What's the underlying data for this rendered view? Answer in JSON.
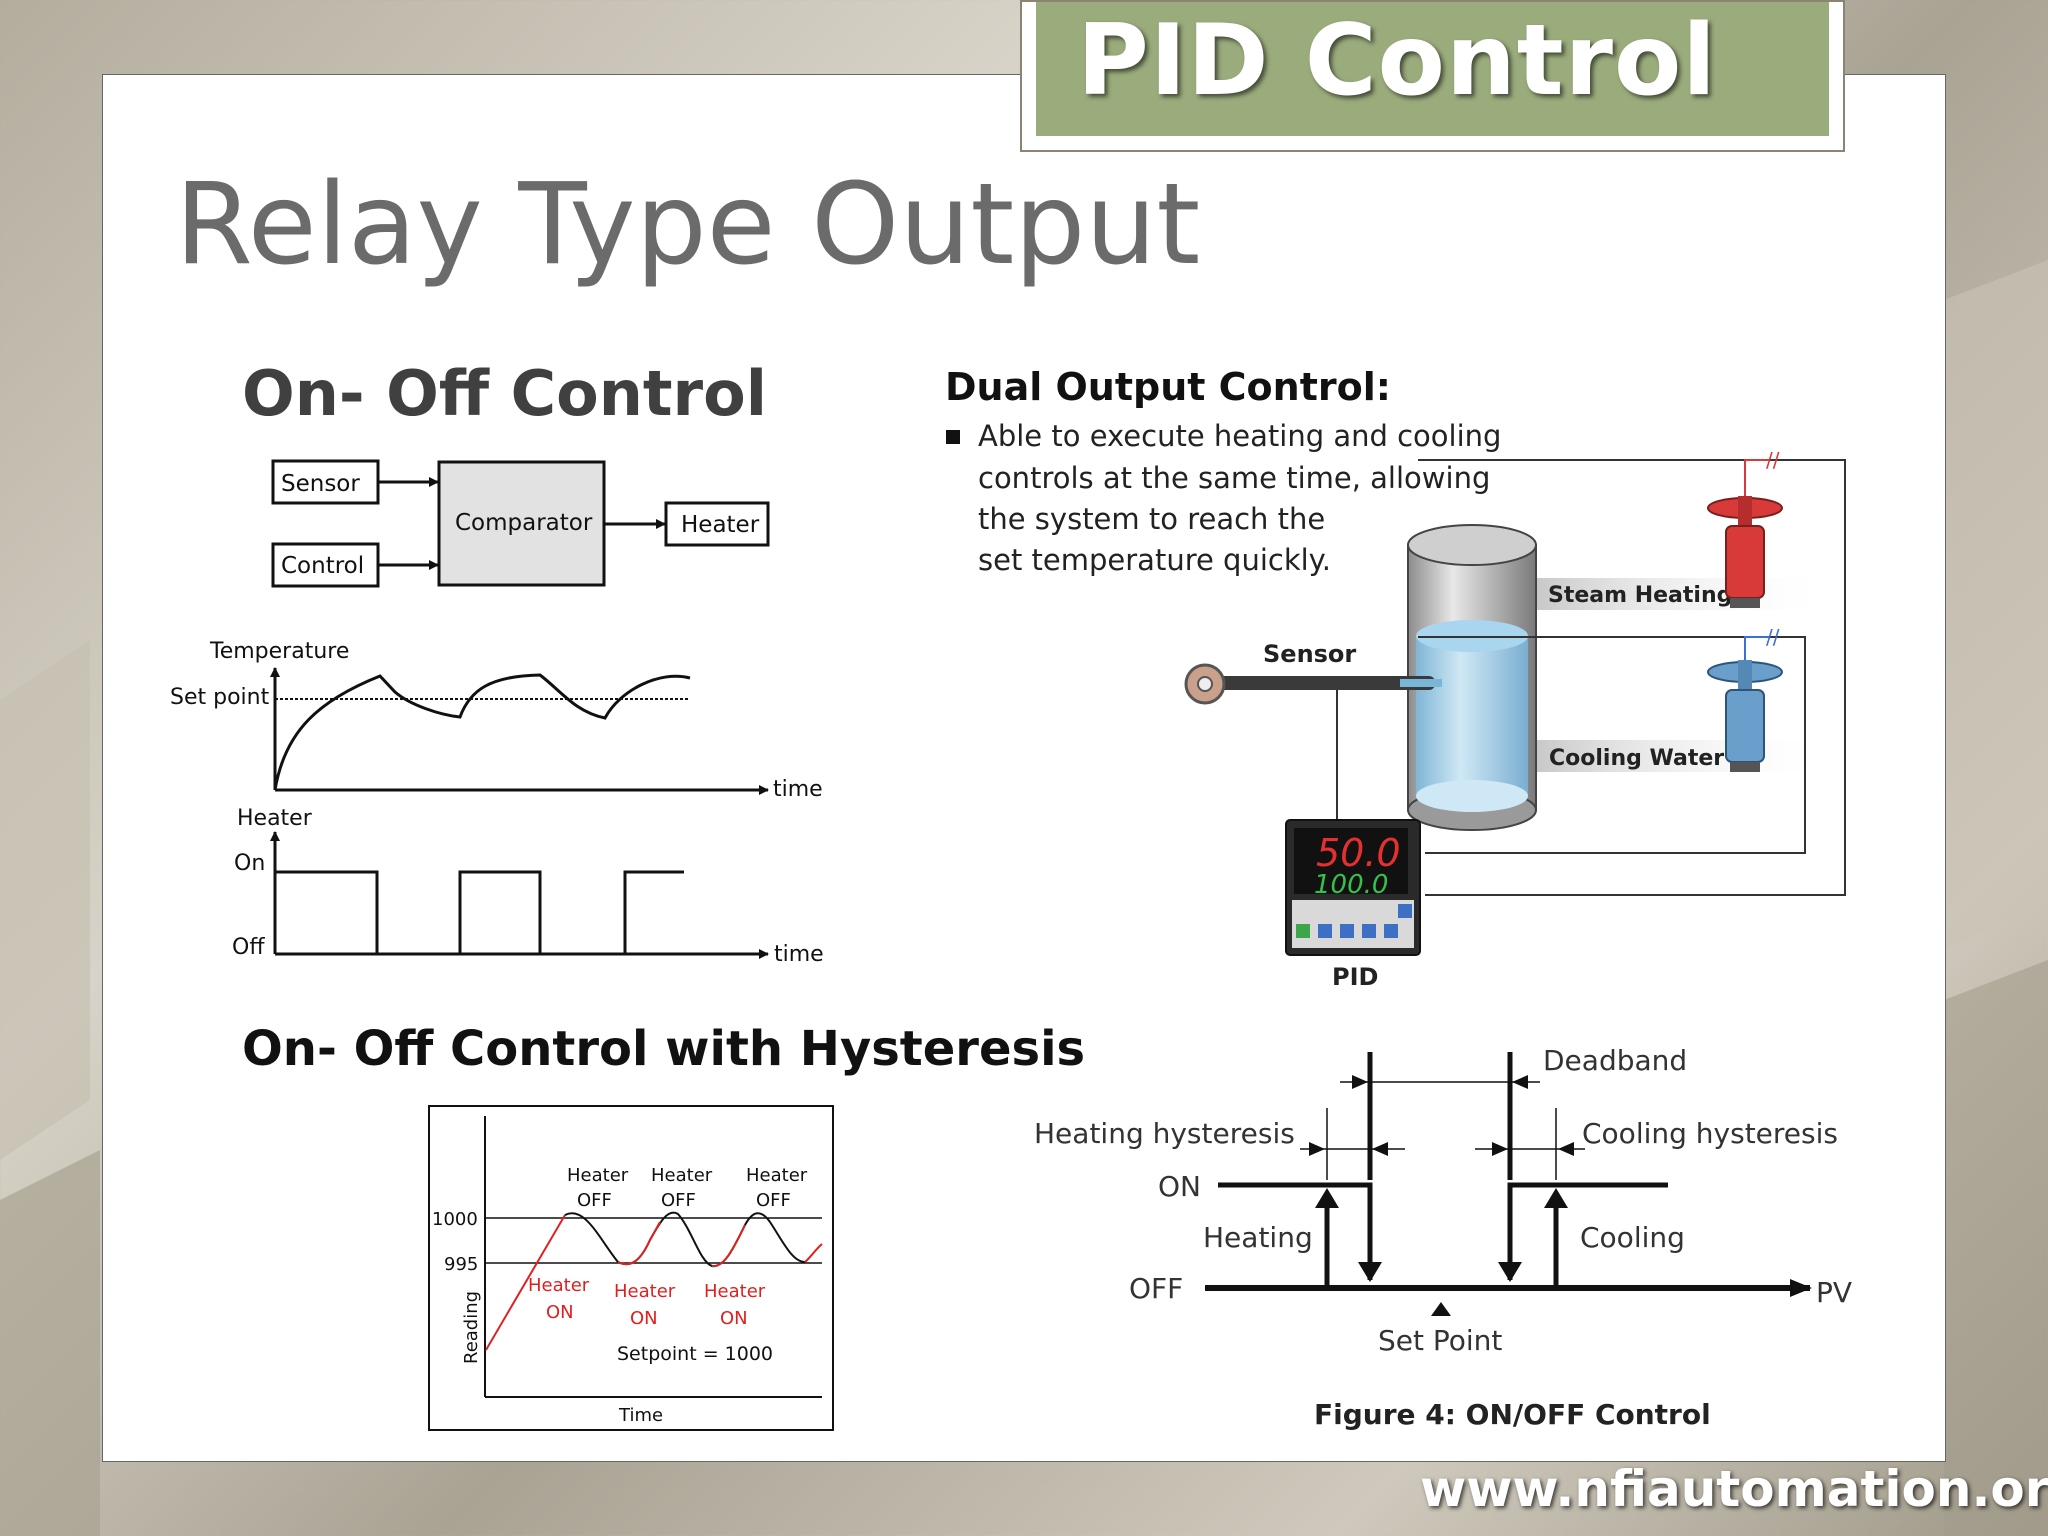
{
  "header": {
    "badge": "PID Control",
    "title": "Relay Type Output",
    "website": "www.nfiautomation.org"
  },
  "onoff": {
    "heading": "On- Off Control",
    "block": {
      "sensor": "Sensor",
      "control": "Control",
      "comparator": "Comparator",
      "heater": "Heater"
    },
    "temp_chart": {
      "ylabel": "Temperature",
      "setpoint": "Set point",
      "xlabel": "time"
    },
    "heater_chart": {
      "ylabel": "Heater",
      "on": "On",
      "off": "Off",
      "xlabel": "time"
    }
  },
  "hysteresis": {
    "heading": "On- Off Control with Hysteresis",
    "chart": {
      "ylabel": "Reading",
      "xlabel": "Time",
      "tick_1000": "1000",
      "tick_995": "995",
      "heater_off_1": "Heater",
      "off_1": "OFF",
      "heater_off_2": "Heater",
      "off_2": "OFF",
      "heater_off_3": "Heater",
      "off_3": "OFF",
      "heater_on_1": "Heater",
      "on_1": "ON",
      "heater_on_2": "Heater",
      "on_2": "ON",
      "heater_on_3": "Heater",
      "on_3": "ON",
      "setpoint_label": "Setpoint = 1000"
    }
  },
  "dual": {
    "heading": "Dual Output Control:",
    "bullet_lines": [
      "Able to execute heating and cooling",
      "controls at the same time, allowing",
      "the system to reach the",
      "set temperature quickly."
    ],
    "sensor": "Sensor",
    "steam": "Steam Heating",
    "cooling": "Cooling  Water",
    "pv_display": "50.0",
    "sv_display": "100.0",
    "pid": "PID"
  },
  "figure4": {
    "deadband": "Deadband",
    "heating_hyst": "Heating hysteresis",
    "cooling_hyst": "Cooling hysteresis",
    "on": "ON",
    "off": "OFF",
    "heating": "Heating",
    "cooling": "Cooling",
    "pv": "PV",
    "setpoint": "Set Point",
    "caption": "Figure 4: ON/OFF Control"
  },
  "colors": {
    "banner": "#9aab7c",
    "title": "#6b6b6b",
    "red_curve": "#e02020",
    "steam_red": "#d83a3a",
    "water_blue": "#6a9fcc"
  }
}
